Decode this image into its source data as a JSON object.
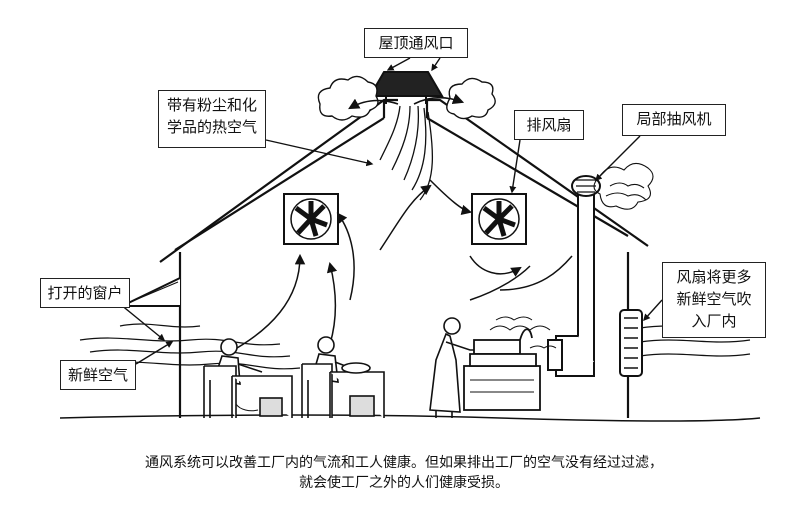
{
  "labels": {
    "roof_vent": "屋顶通风口",
    "hot_air_line1": "带有粉尘和化",
    "hot_air_line2": "学品的热空气",
    "exhaust_fan": "排风扇",
    "local_extractor": "局部抽风机",
    "open_window": "打开的窗户",
    "fresh_air": "新鲜空气",
    "fan_intake_line1": "风扇将更多",
    "fan_intake_line2": "新鲜空气吹",
    "fan_intake_line3": "入厂内"
  },
  "caption": {
    "line1": "通风系统可以改善工厂内的气流和工人健康。但如果排出工厂的空气没有经过过滤，",
    "line2": "就会使工厂之外的人们健康受损。"
  }
}
